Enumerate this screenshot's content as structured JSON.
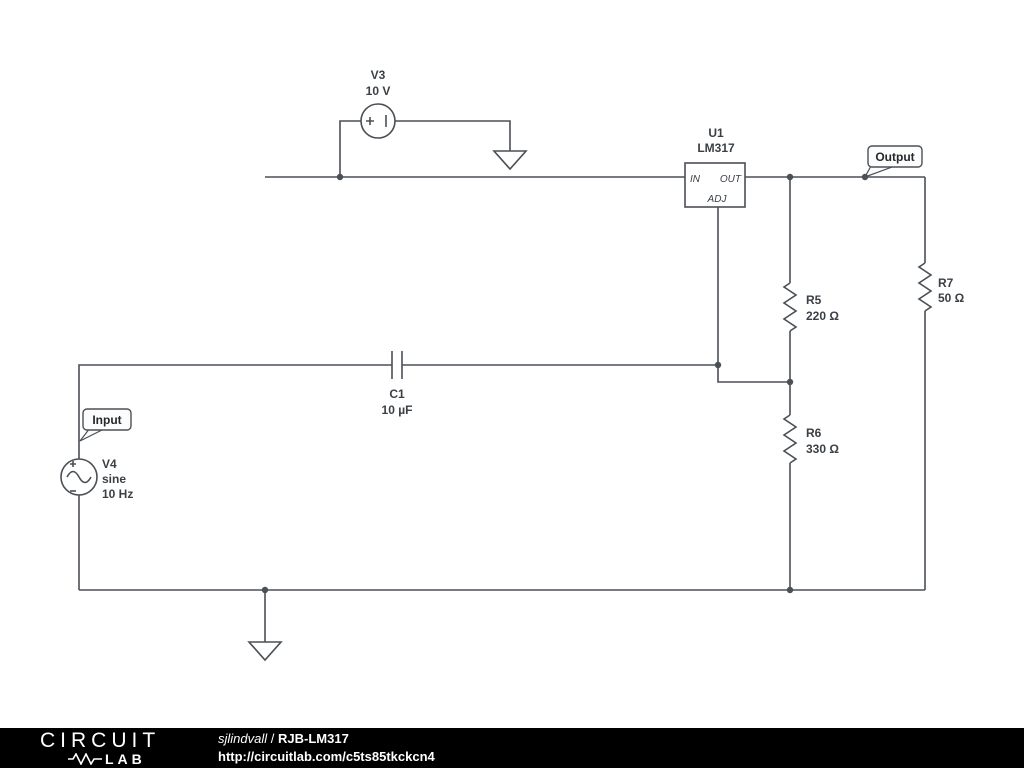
{
  "components": {
    "v3": {
      "name": "V3",
      "value": "10 V"
    },
    "v4": {
      "name": "V4",
      "kind": "sine",
      "value": "10 Hz"
    },
    "u1": {
      "name": "U1",
      "part": "LM317",
      "pin_in": "IN",
      "pin_out": "OUT",
      "pin_adj": "ADJ"
    },
    "c1": {
      "name": "C1",
      "value": "10 µF"
    },
    "r5": {
      "name": "R5",
      "value": "220 Ω"
    },
    "r6": {
      "name": "R6",
      "value": "330 Ω"
    },
    "r7": {
      "name": "R7",
      "value": "50 Ω"
    }
  },
  "flags": {
    "input": "Input",
    "output": "Output"
  },
  "icons": {
    "ground_icon": "triangle-down",
    "sine_source_icon": "∿",
    "dc_source_icon": "+|",
    "junction_dot": "●",
    "resistor_icon": "zigzag",
    "capacitor_icon": "||"
  },
  "colors": {
    "wire": "#4b5056",
    "label": "#3b4046",
    "background": "#ffffff",
    "footer_bg": "#000000",
    "footer_text": "#ffffff"
  },
  "footer": {
    "logo_line1": "CIRCUIT",
    "logo_line2": "LAB",
    "author": "sjlindvall",
    "separator": "/",
    "title": "RJB-LM317",
    "url": "http://circuitlab.com/c5ts85tkckcn4"
  }
}
